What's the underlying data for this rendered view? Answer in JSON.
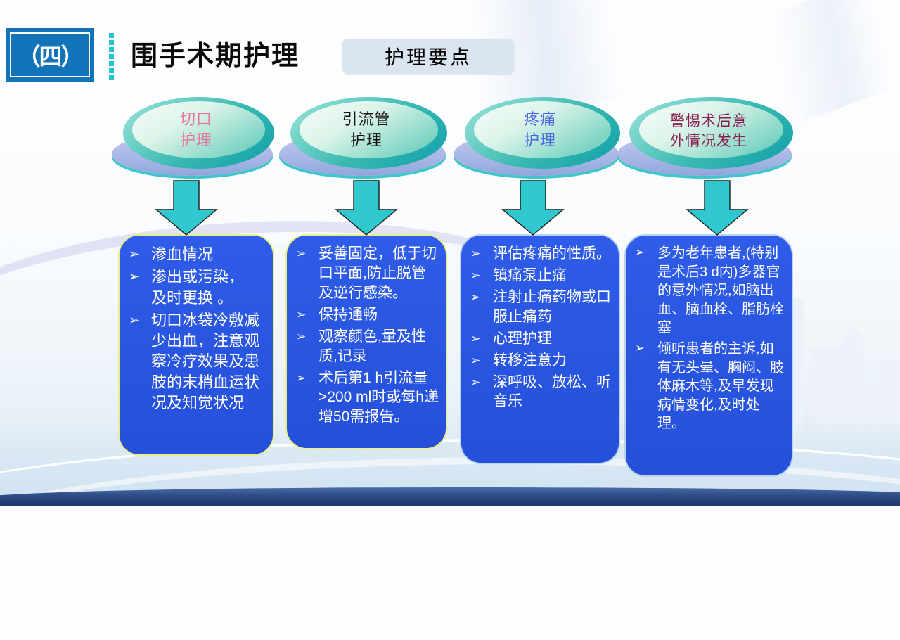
{
  "slide": {
    "section_badge": "（四）",
    "title": "围手术期护理",
    "subtitle_tag": "护理要点"
  },
  "ui": {
    "bullet_glyph": "➢"
  },
  "colors": {
    "badge_blue": "#1273B8",
    "dotted_line_cyan": "#23C3D3",
    "tag_background": "#DBE5F1",
    "box_blue": "#2B57E3",
    "box_border_yellow": "#E9EE8C",
    "arrow_cyan": "#2EC8CE",
    "ellipse_teal": "#2FB4AE",
    "ellipse_shadow_lavender": "#AFBCE8",
    "bottom_bar_blue": "#24427C",
    "topic_text_colors": [
      "#E8739B",
      "#151515",
      "#4A64E8",
      "#8B2052"
    ]
  },
  "columns": [
    {
      "topic": "切口\n护理",
      "items": [
        "渗血情况",
        "渗出或污染，\n及时更换 。",
        "切口冰袋冷敷减少出血，注意观察冷疗效果及患肢的末梢血运状况及知觉状况"
      ]
    },
    {
      "topic": "引流管\n护理",
      "items": [
        "妥善固定，低于切口平面,防止脱管及逆行感染。",
        "保持通畅",
        "观察颜色,量及性质,记录",
        "术后第1 h引流量>200 ml时或每h递增50需报告。"
      ]
    },
    {
      "topic": "疼痛\n护理",
      "items": [
        "评估疼痛的性质。",
        "镇痛泵止痛",
        "注射止痛药物或口服止痛药",
        "心理护理",
        "转移注意力",
        "深呼吸、放松、听音乐"
      ]
    },
    {
      "topic": "警惕术后意\n外情况发生",
      "items": [
        "多为老年患者,(特别是术后3 d内)多器官的意外情况,如脑出血、脑血栓、脂肪栓塞",
        "倾听患者的主诉,如有无头晕、胸闷、肢体麻木等,及早发现病情变化,及时处理。"
      ]
    }
  ]
}
